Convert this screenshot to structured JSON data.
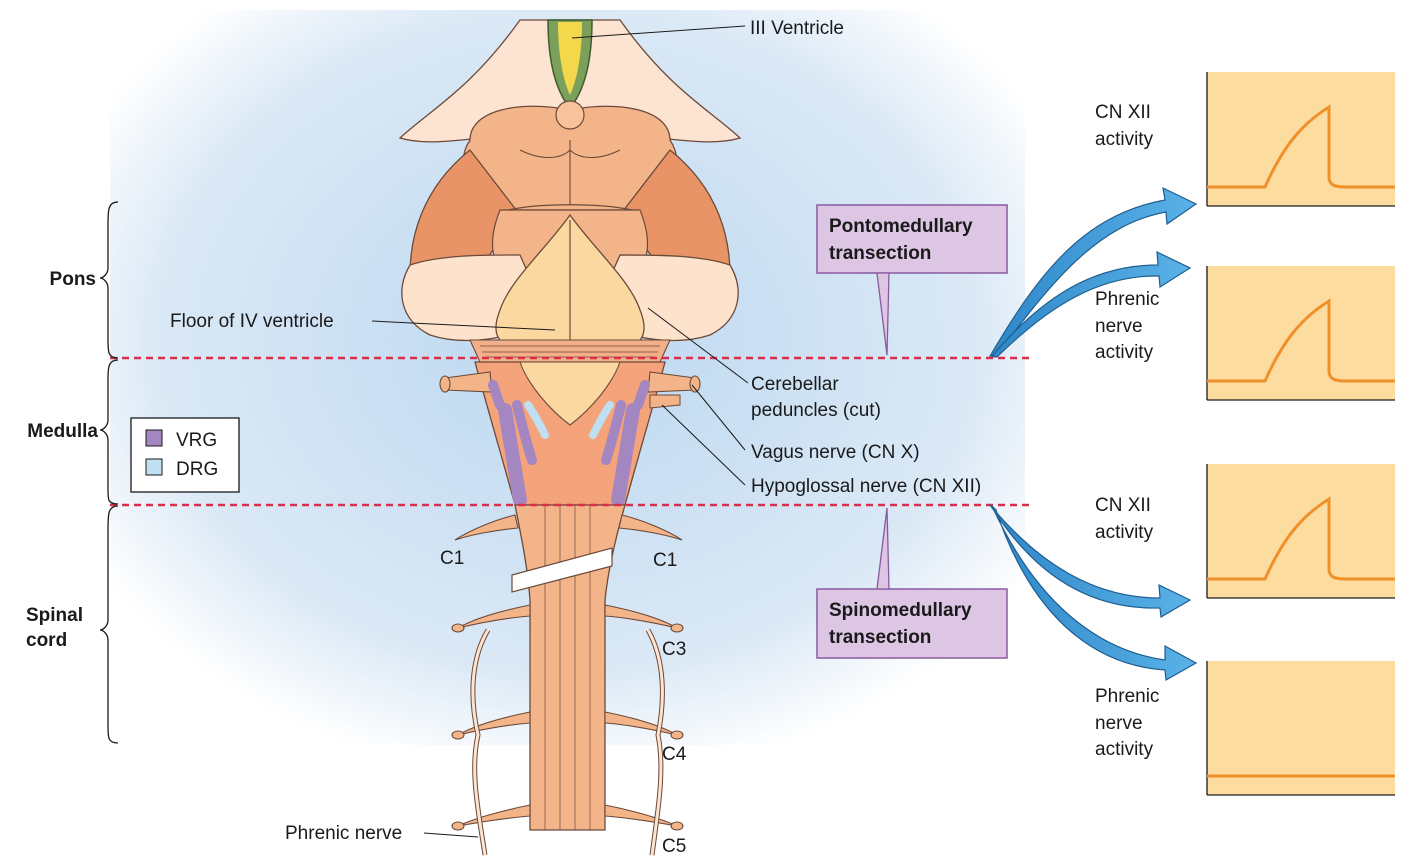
{
  "labels": {
    "third_ventricle": "III Ventricle",
    "floor_iv_ventricle": "Floor of IV ventricle",
    "cerebellar_peduncles_line1": "Cerebellar",
    "cerebellar_peduncles_line2": "peduncles (cut)",
    "vagus_nerve": "Vagus nerve (CN X)",
    "hypoglossal_nerve": "Hypoglossal nerve (CN XII)",
    "phrenic_nerve": "Phrenic nerve",
    "c1_left": "C1",
    "c1_right": "C1",
    "c3": "C3",
    "c4": "C4",
    "c5": "C5"
  },
  "regions": {
    "pons": "Pons",
    "medulla": "Medulla",
    "spinal_line1": "Spinal",
    "spinal_line2": "cord"
  },
  "legend": [
    {
      "label": "VRG",
      "color": "#a486c1"
    },
    {
      "label": "DRG",
      "color": "#bfe0f2"
    }
  ],
  "callouts": {
    "pontomedullary_line1": "Pontomedullary",
    "pontomedullary_line2": "transection",
    "spinomedullary_line1": "Spinomedullary",
    "spinomedullary_line2": "transection"
  },
  "graph_labels": {
    "g1_line1": "CN XII",
    "g1_line2": "activity",
    "g2_line1": "Phrenic",
    "g2_line2": "nerve",
    "g2_line3": "activity",
    "g3_line1": "CN XII",
    "g3_line2": "activity",
    "g4_line1": "Phrenic",
    "g4_line2": "nerve",
    "g4_line3": "activity"
  },
  "graph_activity": [
    {
      "name": "cn-xii-after-pontomedullary",
      "burst": true
    },
    {
      "name": "phrenic-after-pontomedullary",
      "burst": true
    },
    {
      "name": "cn-xii-after-spinomedullary",
      "burst": true
    },
    {
      "name": "phrenic-after-spinomedullary",
      "burst": false
    }
  ],
  "colors": {
    "tissue": "#f4b48a",
    "tissue_dark": "#e5875a",
    "floor": "#fbd8a0",
    "vrg": "#a486c1",
    "drg": "#bfe0f2",
    "callout_fill": "#dcc6e3",
    "callout_border": "#8a5aa0",
    "graph_fill": "#fddca0",
    "trace": "#f0902a",
    "arrow": "#4aa0dc",
    "transection_line": "#d8304a",
    "background_glow": "#cfe2f4"
  }
}
